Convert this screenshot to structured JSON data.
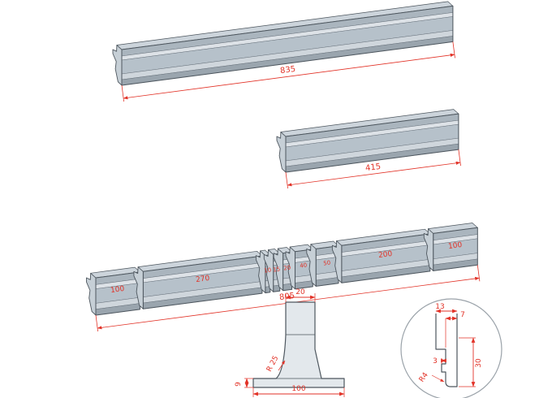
{
  "labels": {
    "bar_long": "835",
    "bar_short": "415",
    "total": "805",
    "segments": [
      "100",
      "270",
      "10",
      "15",
      "20",
      "40",
      "50",
      "200",
      "100"
    ],
    "profile": {
      "top_width": "20",
      "radius": "R 25",
      "base_height": "9",
      "base_width": "100"
    },
    "detail": {
      "width_outer": "13",
      "width_tip": "7",
      "notch": "3",
      "tip_radius": "R4",
      "height": "30"
    }
  },
  "colors": {
    "dimension_red": "#e23227",
    "steel": "#b6c1ca",
    "steel_light": "#dde2e7",
    "steel_dark": "#9aa5ae",
    "outline": "#4d565e",
    "background": "#ffffff"
  }
}
